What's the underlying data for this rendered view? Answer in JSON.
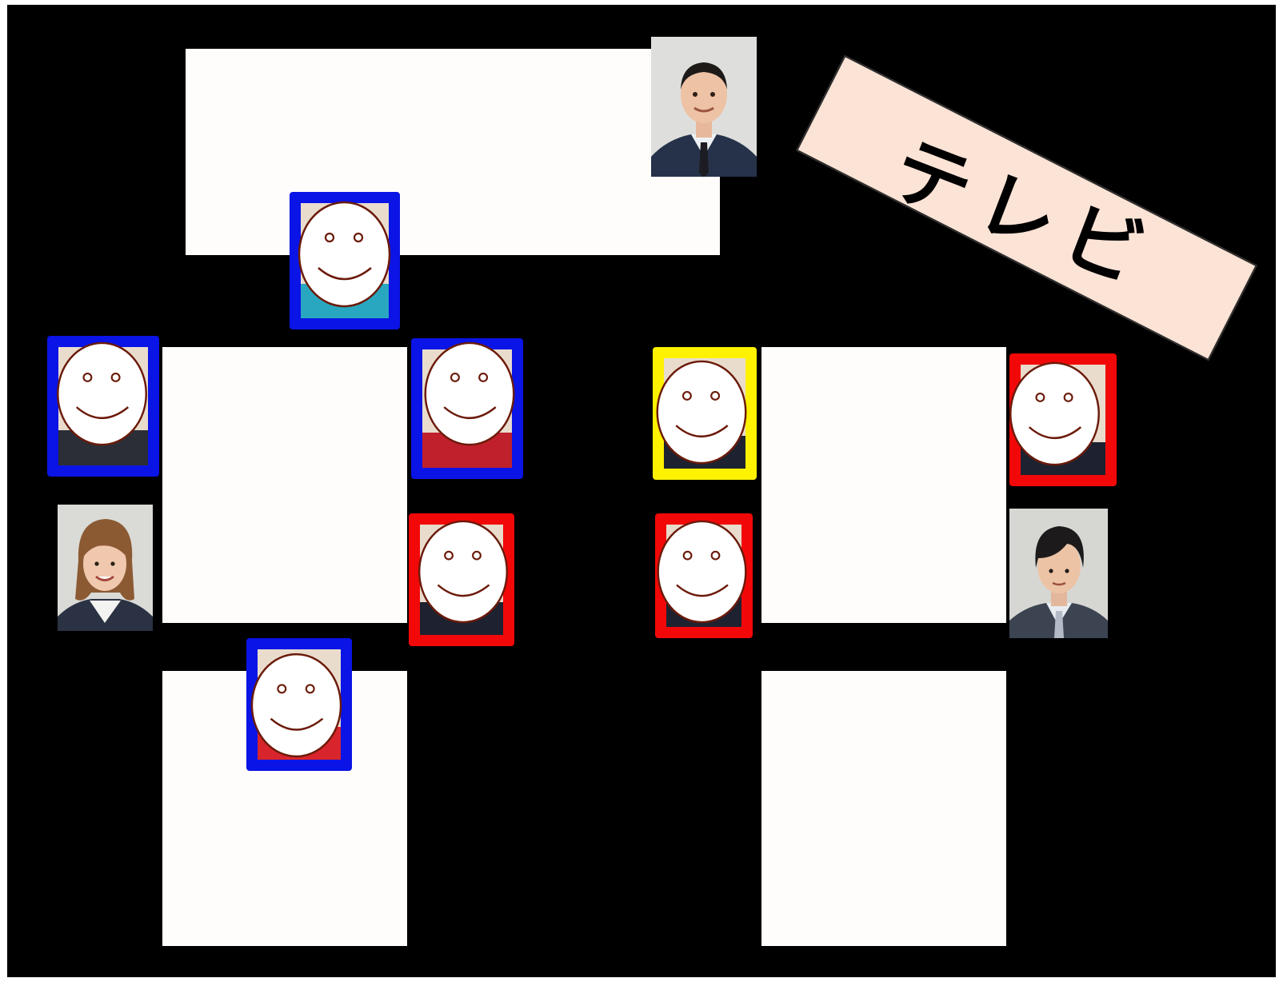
{
  "tv_label": "テレビ",
  "colors": {
    "background": "#000000",
    "desk": "#fffdfb",
    "blue": "#0a14e6",
    "red": "#f20808",
    "yellow": "#fff200",
    "tv_sign": "#fbe3d6",
    "smiley_outline": "#6b1a0a"
  },
  "desks": [
    {
      "id": "front-desk"
    },
    {
      "id": "left-upper-desk"
    },
    {
      "id": "left-lower-desk"
    },
    {
      "id": "right-upper-desk"
    },
    {
      "id": "right-lower-desk"
    }
  ],
  "seats": [
    {
      "id": "front-center",
      "marker": "smiley",
      "border": "blue"
    },
    {
      "id": "left-outer-top",
      "marker": "smiley",
      "border": "blue"
    },
    {
      "id": "left-inner-top",
      "marker": "smiley",
      "border": "blue"
    },
    {
      "id": "left-inner-mid",
      "marker": "smiley",
      "border": "red"
    },
    {
      "id": "left-bottom",
      "marker": "smiley",
      "border": "blue"
    },
    {
      "id": "right-inner-top",
      "marker": "smiley",
      "border": "yellow"
    },
    {
      "id": "right-inner-mid",
      "marker": "smiley",
      "border": "red"
    },
    {
      "id": "right-outer-top",
      "marker": "smiley",
      "border": "red"
    },
    {
      "id": "front-right-photo",
      "marker": "photo",
      "icon": "man-in-suit-photo"
    },
    {
      "id": "left-outer-mid-photo",
      "marker": "photo",
      "icon": "woman-photo"
    },
    {
      "id": "right-outer-mid-photo",
      "marker": "photo",
      "icon": "young-man-photo"
    }
  ]
}
